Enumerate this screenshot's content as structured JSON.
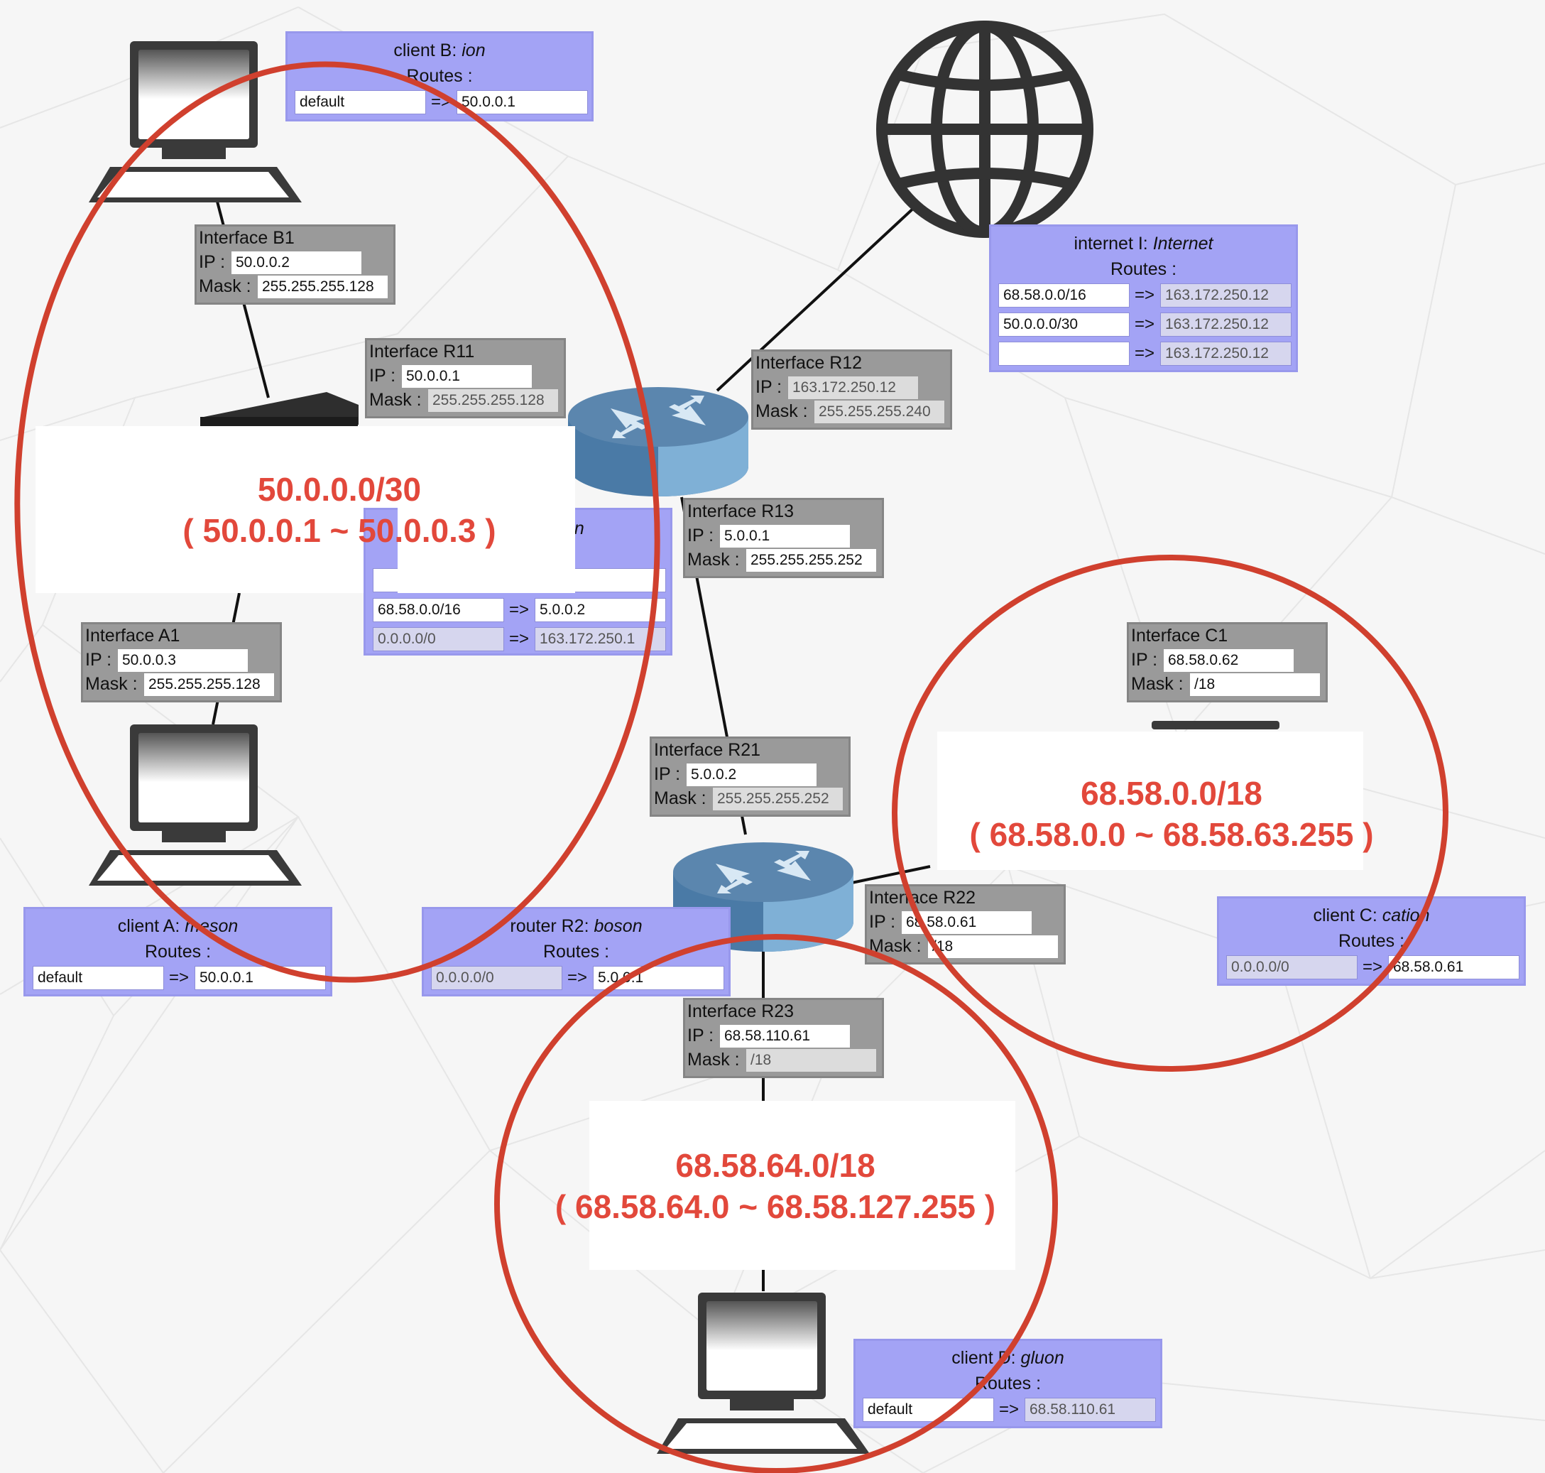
{
  "nodes": {
    "client_b": {
      "prefix": "client B: ",
      "name": "ion",
      "routes_label": "Routes :",
      "routes": [
        {
          "dest": "default",
          "arrow": "=>",
          "gw": "50.0.0.1"
        }
      ]
    },
    "internet": {
      "prefix": "internet I: ",
      "name": "Internet",
      "routes_label": "Routes :",
      "routes": [
        {
          "dest": "68.58.0.0/16",
          "arrow": "=>",
          "gw": "163.172.250.12"
        },
        {
          "dest": "50.0.0.0/30",
          "arrow": "=>",
          "gw": "163.172.250.12"
        },
        {
          "dest": "",
          "arrow": "=>",
          "gw": "163.172.250.12"
        }
      ]
    },
    "router_r1": {
      "title_fragment": "on",
      "routes": [
        {
          "dest": "",
          "arrow": "",
          "gw": ""
        },
        {
          "dest": "68.58.0.0/16",
          "arrow": "=>",
          "gw": "5.0.0.2"
        },
        {
          "dest": "0.0.0.0/0",
          "arrow": "=>",
          "gw": "163.172.250.1"
        }
      ]
    },
    "client_a": {
      "prefix": "client A: ",
      "name": "meson",
      "routes_label": "Routes :",
      "routes": [
        {
          "dest": "default",
          "arrow": "=>",
          "gw": "50.0.0.1"
        }
      ]
    },
    "router_r2": {
      "prefix": "router R2: ",
      "name": "boson",
      "routes_label": "Routes :",
      "routes": [
        {
          "dest": "0.0.0.0/0",
          "arrow": "=>",
          "gw": "5.0.0.1"
        }
      ]
    },
    "client_c": {
      "prefix": "client C: ",
      "name": "cation",
      "routes_label": "Routes :",
      "routes": [
        {
          "dest": "0.0.0.0/0",
          "arrow": "=>",
          "gw": "68.58.0.61"
        }
      ]
    },
    "client_d": {
      "prefix": "client D: ",
      "name": "gluon",
      "routes_label": "Routes :",
      "routes": [
        {
          "dest": "default",
          "arrow": "=>",
          "gw": "68.58.110.61"
        }
      ]
    }
  },
  "interfaces": {
    "b1": {
      "title": "Interface B1",
      "ip_label": "IP :",
      "ip": "50.0.0.2",
      "mask_label": "Mask :",
      "mask": "255.255.255.128"
    },
    "r11": {
      "title": "Interface R11",
      "ip_label": "IP :",
      "ip": "50.0.0.1",
      "mask_label": "Mask :",
      "mask": "255.255.255.128"
    },
    "r12": {
      "title": "Interface R12",
      "ip_label": "IP :",
      "ip": "163.172.250.12",
      "mask_label": "Mask :",
      "mask": "255.255.255.240"
    },
    "r13": {
      "title": "Interface R13",
      "ip_label": "IP :",
      "ip": "5.0.0.1",
      "mask_label": "Mask :",
      "mask": "255.255.255.252"
    },
    "a1": {
      "title": "Interface A1",
      "ip_label": "IP :",
      "ip": "50.0.0.3",
      "mask_label": "Mask :",
      "mask": "255.255.255.128"
    },
    "c1": {
      "title": "Interface C1",
      "ip_label": "IP :",
      "ip": "68.58.0.62",
      "mask_label": "Mask :",
      "mask": "/18"
    },
    "r21": {
      "title": "Interface R21",
      "ip_label": "IP :",
      "ip": "5.0.0.2",
      "mask_label": "Mask :",
      "mask": "255.255.255.252"
    },
    "r22": {
      "title": "Interface R22",
      "ip_label": "IP :",
      "ip": "68.58.0.61",
      "mask_label": "Mask :",
      "mask": "/18"
    },
    "r23": {
      "title": "Interface R23",
      "ip_label": "IP :",
      "ip": "68.58.110.61",
      "mask_label": "Mask :",
      "mask": "/18"
    }
  },
  "annotations": [
    {
      "network": "50.0.0.0/30",
      "range": "( 50.0.0.1 ~ 50.0.0.3 )"
    },
    {
      "network": "68.58.0.0/18",
      "range": "( 68.58.0.0 ~ 68.58.63.255 )"
    },
    {
      "network": "68.58.64.0/18",
      "range": "( 68.58.64.0 ~ 68.58.127.255 )"
    }
  ],
  "colors": {
    "annotation": "#d0402e",
    "host_box": "#a3a3f5",
    "interface_box": "#9a9a9a",
    "router": "#4f7fa8",
    "globe": "#333333"
  },
  "icons": [
    "computer-icon",
    "router-icon",
    "switch-icon",
    "globe-icon"
  ]
}
